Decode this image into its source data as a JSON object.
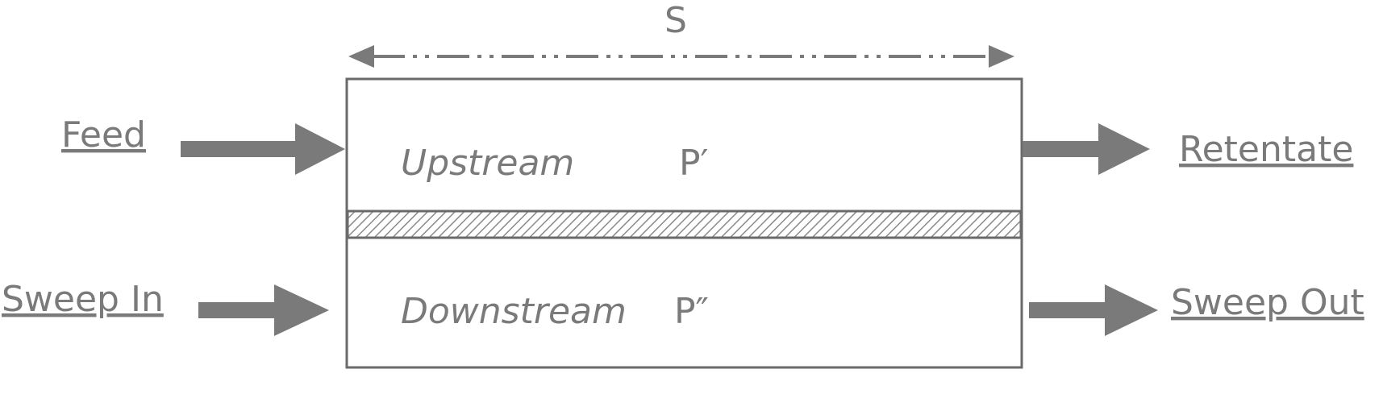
{
  "span": {
    "label": "S"
  },
  "inputs": {
    "feed": "Feed",
    "sweep_in": "Sweep In"
  },
  "outputs": {
    "retentate": "Retentate",
    "sweep_out": "Sweep Out"
  },
  "regions": {
    "upstream": {
      "label": "Upstream",
      "pressure": "P′"
    },
    "downstream": {
      "label": "Downstream",
      "pressure": "P″"
    }
  },
  "colors": {
    "ink": "#7a7a7a",
    "border": "#6a6a6a",
    "hatch": "#8a8a8a"
  }
}
